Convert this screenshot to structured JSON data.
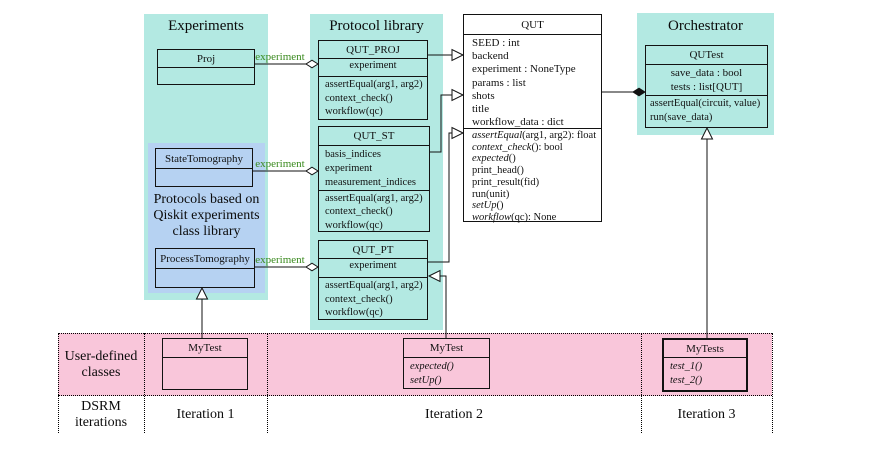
{
  "panels": {
    "experiments": {
      "title": "Experiments"
    },
    "protocol_library": {
      "title": "Protocol library"
    },
    "orchestrator": {
      "title": "Orchestrator"
    },
    "qiskit_note": "Protocols based on Qiskit experiments class library"
  },
  "classes": {
    "proj": {
      "title": "Proj"
    },
    "state_tomography": {
      "title": "StateTomography"
    },
    "process_tomography": {
      "title": "ProcessTomography"
    },
    "qut_proj": {
      "title": "QUT_PROJ",
      "attrs": [
        "experiment"
      ],
      "methods": [
        "assertEqual(arg1, arg2)",
        "context_check()",
        "workflow(qc)"
      ]
    },
    "qut_st": {
      "title": "QUT_ST",
      "attrs": [
        "basis_indices",
        "experiment",
        "measurement_indices"
      ],
      "methods": [
        "assertEqual(arg1, arg2)",
        "context_check()",
        "workflow(qc)"
      ]
    },
    "qut_pt": {
      "title": "QUT_PT",
      "attrs": [
        "experiment"
      ],
      "methods": [
        "assertEqual(arg1, arg2)",
        "context_check()",
        "workflow(qc)"
      ]
    },
    "qut": {
      "title": "QUT",
      "attrs": [
        "SEED : int",
        "backend",
        "experiment : NoneType",
        "params : list",
        "shots",
        "title",
        "workflow_data : dict"
      ],
      "methods": [
        {
          "name": "assertEqual",
          "rest": "(arg1, arg2): float",
          "abstract": true
        },
        {
          "name": "context_check",
          "rest": "(): bool",
          "abstract": true
        },
        {
          "name": "expected",
          "rest": "()",
          "abstract": true
        },
        {
          "name": "print_head",
          "rest": "()",
          "abstract": false
        },
        {
          "name": "print_result",
          "rest": "(fid)",
          "abstract": false
        },
        {
          "name": "run",
          "rest": "(unit)",
          "abstract": false
        },
        {
          "name": "setUp",
          "rest": "()",
          "abstract": true
        },
        {
          "name": "workflow",
          "rest": "(qc): None",
          "abstract": true
        }
      ]
    },
    "qutest": {
      "title": "QUTest",
      "attrs": [
        "save_data : bool",
        "tests : list[QUT]"
      ],
      "methods": [
        "assertEqual(circuit, value)",
        "run(save_data)"
      ]
    },
    "mytest_iter1": {
      "title": "MyTest"
    },
    "mytest_iter2": {
      "title": "MyTest",
      "methods": [
        "expected()",
        "setUp()"
      ]
    },
    "mytests_iter3": {
      "title": "MyTests",
      "methods": [
        "test_1()",
        "test_2()"
      ]
    }
  },
  "assoc_labels": {
    "proj": "experiment",
    "st": "experiment",
    "pt": "experiment"
  },
  "footer": {
    "user_defined": "User-defined classes",
    "dsrm": "DSRM iterations",
    "iterations": [
      "Iteration 1",
      "Iteration 2",
      "Iteration 3"
    ]
  },
  "colors": {
    "teal_panel": "#b3e9e2",
    "light_blue_panel": "#b6d2f2",
    "pink_zone": "#f9c6da",
    "association_label_green": "#3a8a1e",
    "line_black": "#121212"
  }
}
